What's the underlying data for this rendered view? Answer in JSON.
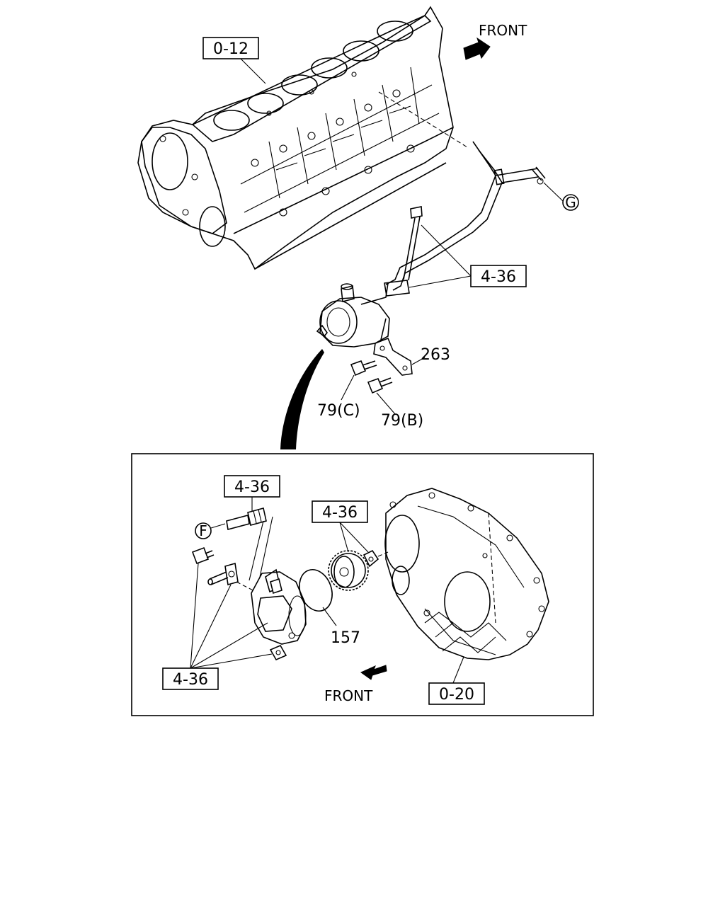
{
  "labels": {
    "front_top": "FRONT",
    "front_bottom": "FRONT",
    "ref_cylinder_block": "0-12",
    "ref_flywheel_housing": "0-20",
    "ref_pipe_group": "4-36",
    "ref_detail_bolt": "4-36",
    "ref_detail_gear": "4-36",
    "ref_detail_fasteners": "4-36",
    "part_bracket": "263",
    "part_bolt_c": "79(C)",
    "part_bolt_b": "79(B)",
    "part_oring": "157",
    "connector_g": "G",
    "connector_f": "F"
  },
  "icons": {
    "direction_arrow": "filled-arrow-icon"
  }
}
